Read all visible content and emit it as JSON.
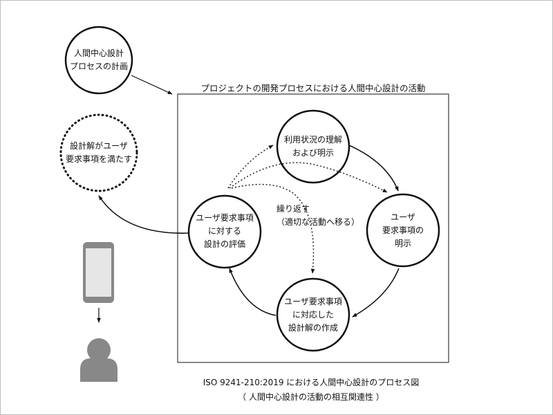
{
  "nodes": {
    "plan": {
      "lines": [
        "人間中心設計",
        "プロセスの計画"
      ]
    },
    "satisfy": {
      "lines": [
        "設計解がユーザ",
        "要求事項を満たす"
      ]
    },
    "context": {
      "lines": [
        "利用状況の理解",
        "および明示"
      ]
    },
    "requirements": {
      "lines": [
        "ユーザ",
        "要求事項の",
        "明示"
      ]
    },
    "design": {
      "lines": [
        "ユーザ要求事項",
        "に対応した",
        "設計解の作成"
      ]
    },
    "evaluate": {
      "lines": [
        "ユーザ要求事項",
        "に対する",
        "設計の評価"
      ]
    }
  },
  "box_title": "プロジェクトの開発プロセスにおける人間中心設計の活動",
  "iterate": {
    "line1": "繰り返す",
    "line2": "（適切な活動へ移る）"
  },
  "caption": {
    "line1": "ISO 9241-210:2019 における人間中心設計のプロセス図",
    "line2": "（ 人間中心設計の活動の相互関連性 ）"
  },
  "colors": {
    "stroke": "#111111",
    "icon": "#888888",
    "phone_fill": "#d9d9d9"
  }
}
